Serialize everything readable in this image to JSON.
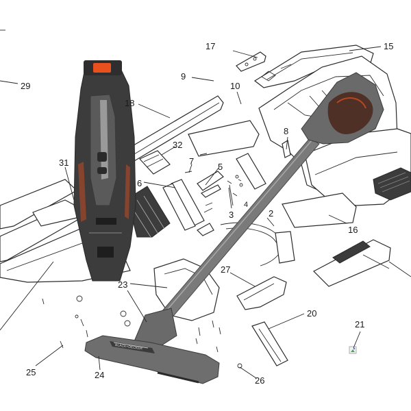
{
  "diagram": {
    "callouts": [
      "2",
      "3",
      "4",
      "5",
      "6",
      "7",
      "8",
      "9",
      "10",
      "15",
      "16",
      "17",
      "18",
      "20",
      "21",
      "23",
      "24",
      "25",
      "26",
      "27",
      "29",
      "31",
      "32"
    ],
    "colors": {
      "accent": "#e8501e",
      "body_dark": "#4a4a4a",
      "body_mid": "#6e6e6e",
      "line_art": "#2a2a2a",
      "background": "#ffffff"
    },
    "brand_logo_text": "BLACK+DECKER"
  }
}
